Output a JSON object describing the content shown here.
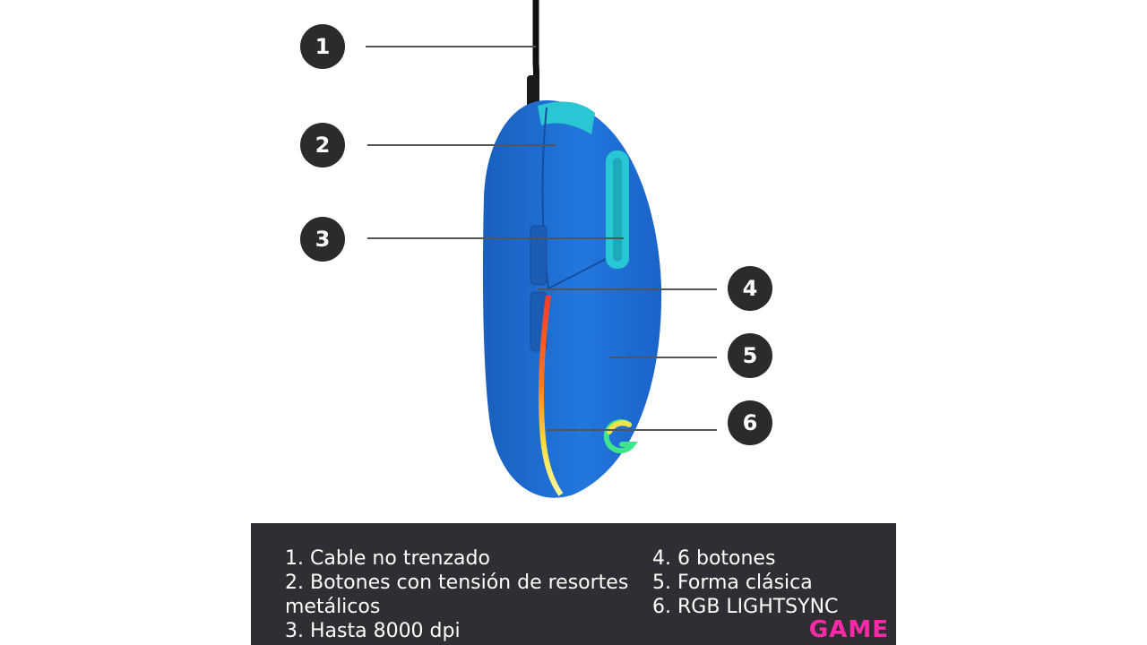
{
  "callouts": [
    "1",
    "2",
    "3",
    "4",
    "5",
    "6"
  ],
  "features_left": [
    "1. Cable no trenzado",
    "2. Botones con tensión de resortes metálicos",
    "3. Hasta 8000 dpi"
  ],
  "features_right": [
    "4. 6 botones",
    "5. Forma clásica",
    "6. RGB LIGHTSYNC"
  ],
  "brand": "GAME",
  "colors": {
    "mouse_body": "#1f6fd1",
    "accent": "#27c7d6",
    "panel_bg": "#2f2f33",
    "callout_bg": "#2b2b2b",
    "brand": "#ff2aa8"
  }
}
